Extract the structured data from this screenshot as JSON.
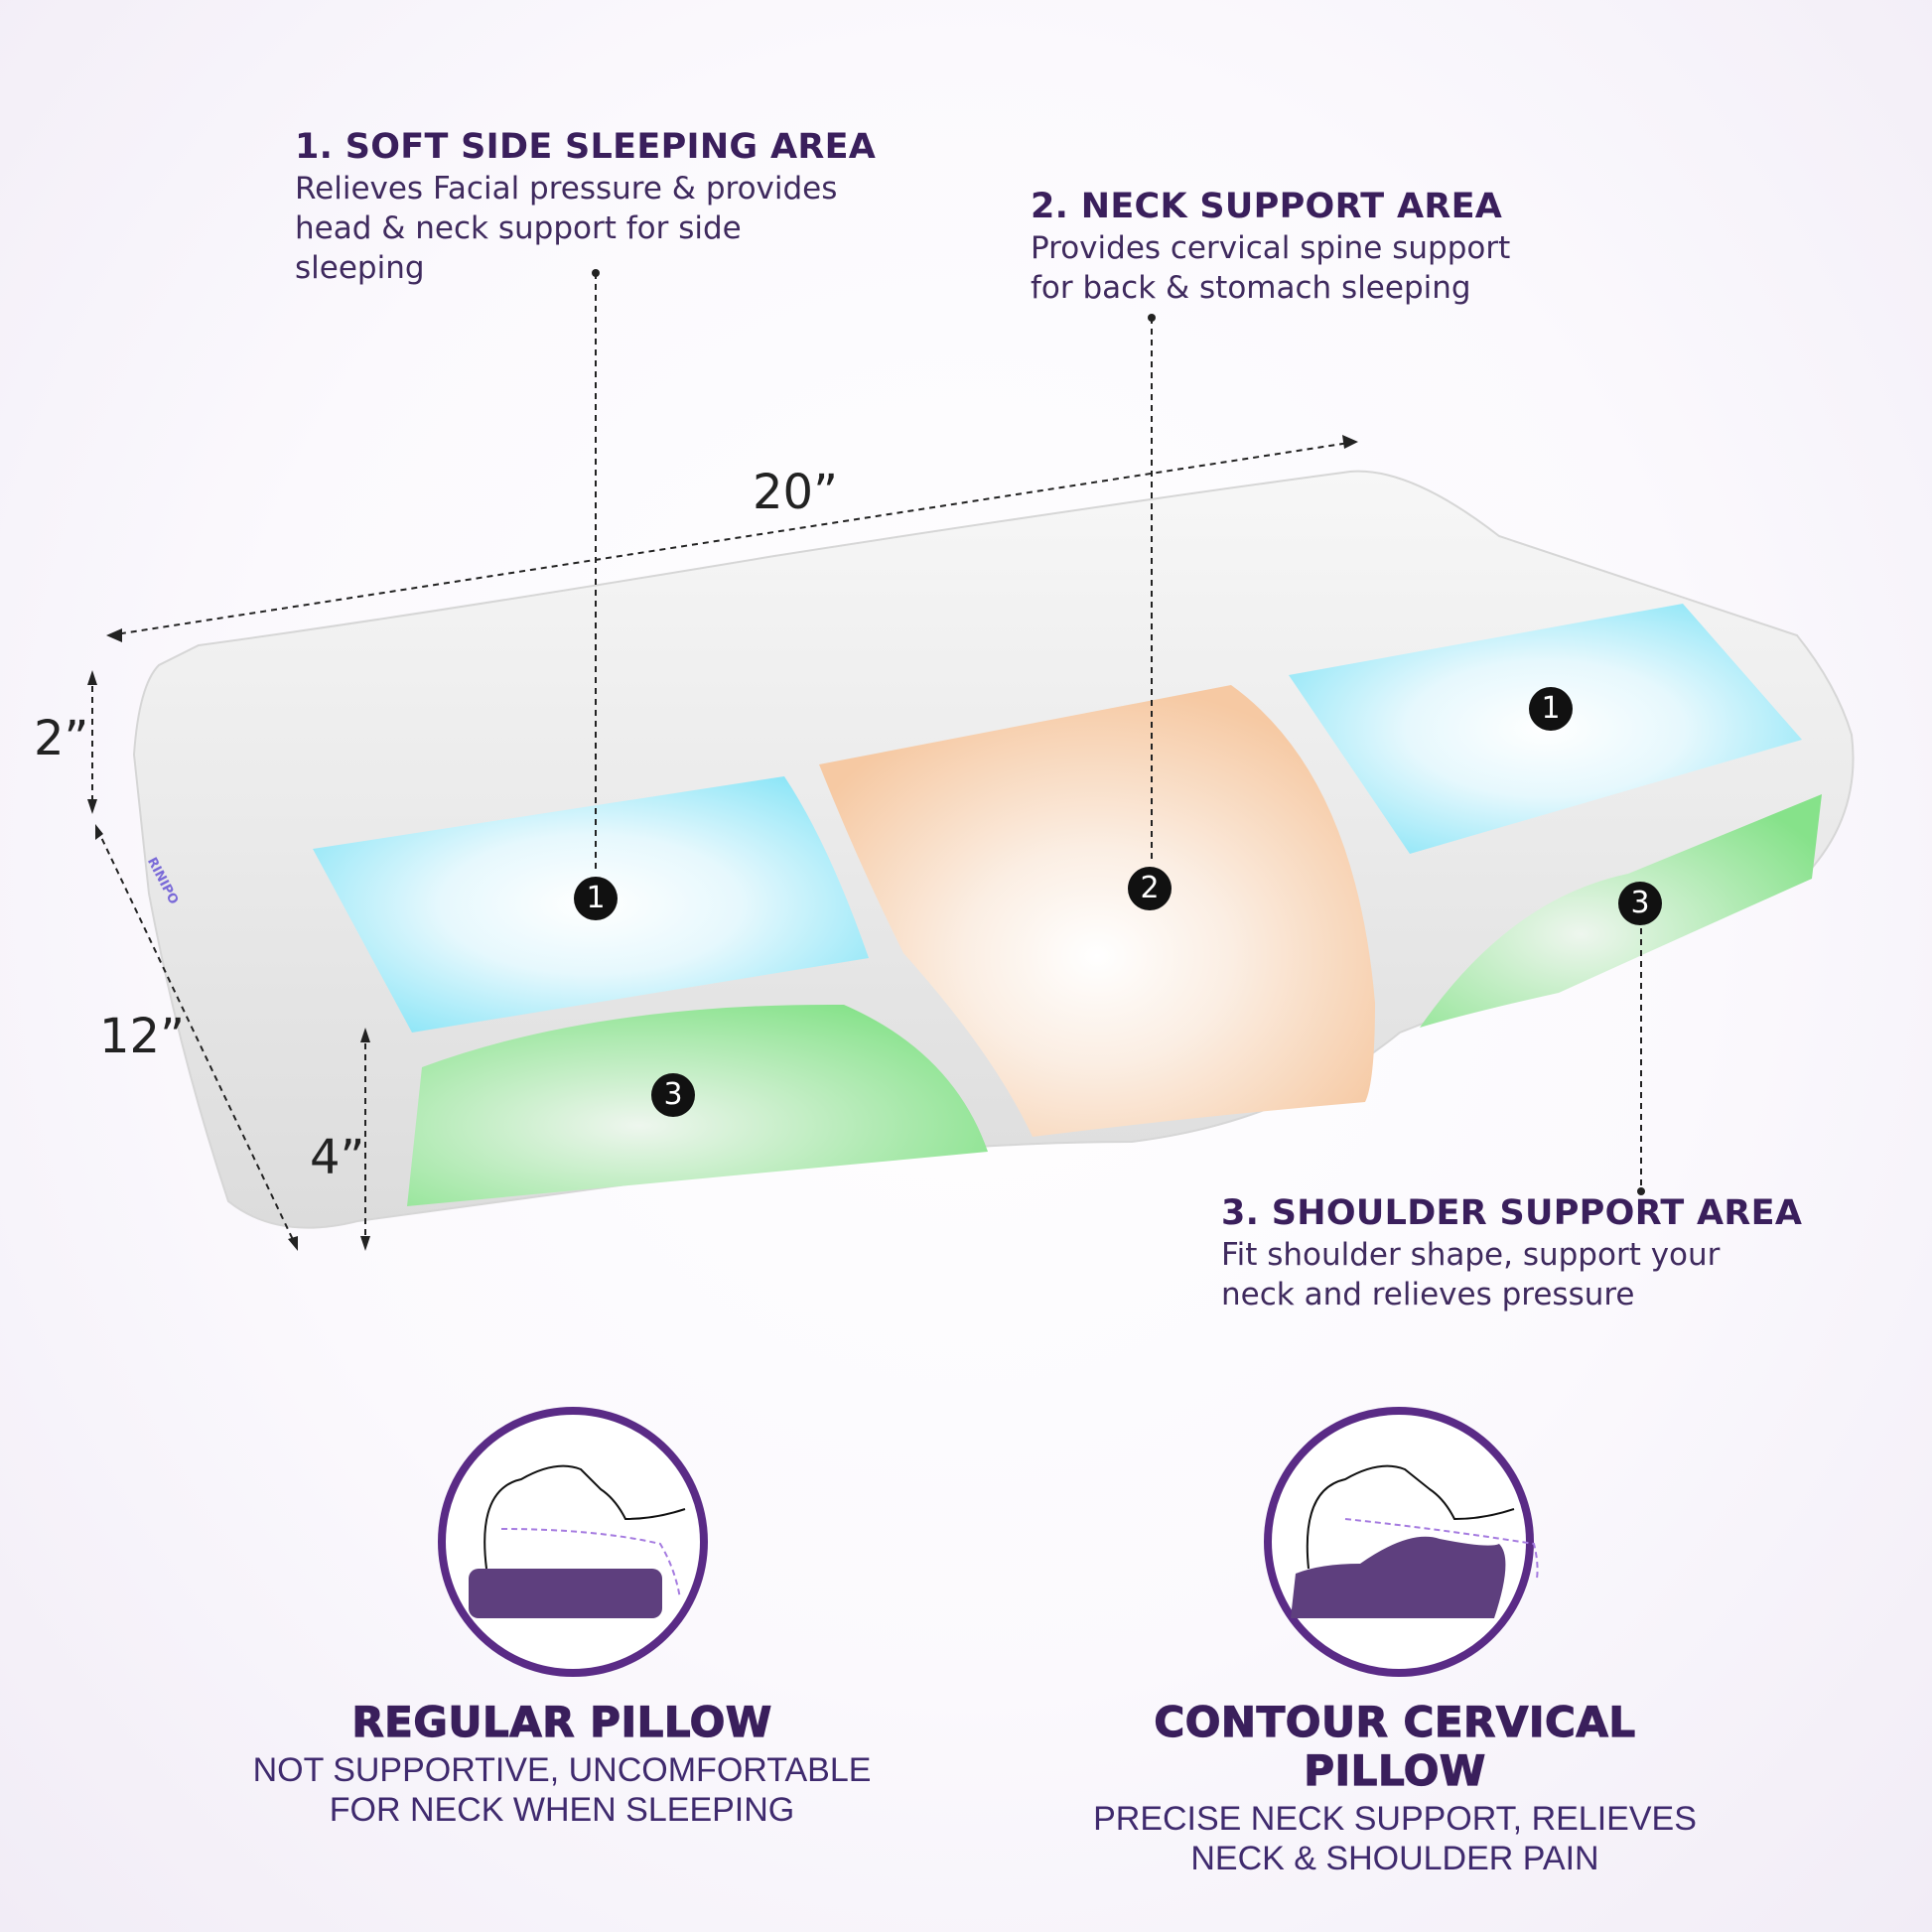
{
  "brand": "RINIPO",
  "callouts": [
    {
      "title": "1. SOFT SIDE SLEEPING AREA",
      "lines": [
        "Relieves Facial pressure & provides",
        "head & neck support for side",
        "sleeping"
      ]
    },
    {
      "title": "2. NECK SUPPORT AREA",
      "lines": [
        "Provides cervical spine support",
        "for back & stomach sleeping"
      ]
    },
    {
      "title": "3. SHOULDER SUPPORT AREA",
      "lines": [
        "Fit shoulder shape, support your",
        "neck and relieves pressure"
      ]
    }
  ],
  "dimensions": {
    "length": "20”",
    "height_top": "2”",
    "width": "12”",
    "height_side": "4”"
  },
  "markers": [
    "1",
    "2",
    "1",
    "3",
    "3"
  ],
  "colors": {
    "side_area": "#8fe6f7",
    "neck_area": "#f6c9a3",
    "shoulder_area": "#86e28a",
    "pillow_purple": "#5e3f7e",
    "ring": "#5a2b86"
  },
  "comparison": [
    {
      "title": "REGULAR PILLOW",
      "lines": [
        "NOT SUPPORTIVE, UNCOMFORTABLE",
        "FOR NECK WHEN SLEEPING"
      ]
    },
    {
      "title": "CONTOUR CERVICAL PILLOW",
      "lines": [
        "PRECISE NECK SUPPORT, RELIEVES",
        "NECK & SHOULDER PAIN"
      ]
    }
  ]
}
